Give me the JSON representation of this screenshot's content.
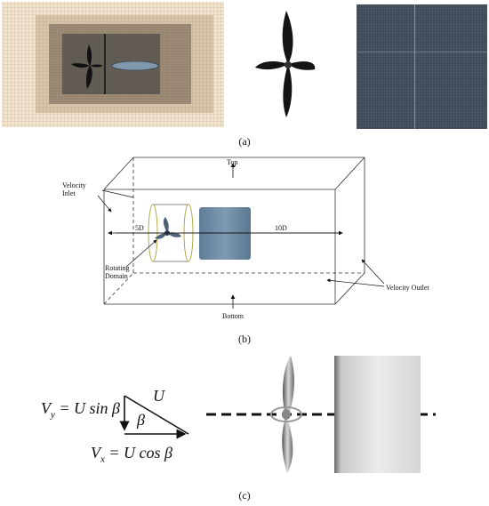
{
  "panel_a": {
    "caption": "(a)"
  },
  "panel_b": {
    "caption": "(b)",
    "labels": {
      "top": "Top",
      "bottom": "Bottom",
      "velocity_inlet": "Velocity\nInlet",
      "velocity_outlet": "Velocity Outlet",
      "rotating_domain": "Rotating\nDomain",
      "upstream_distance": "5D",
      "downstream_distance": "10D"
    }
  },
  "panel_c": {
    "caption": "(c)",
    "formulas": {
      "vy_symbol": "V",
      "vy_sub": "y",
      "vy_rhs": "= U sin β",
      "u_label": "U",
      "beta_label": "β",
      "vx_symbol": "V",
      "vx_sub": "x",
      "vx_rhs": "= U cos β"
    }
  }
}
